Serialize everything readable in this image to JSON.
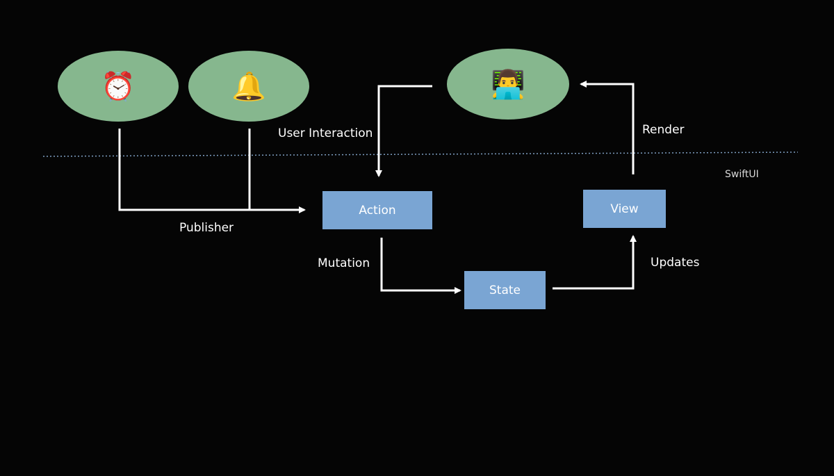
{
  "nodes": {
    "action": "Action",
    "state": "State",
    "view": "View"
  },
  "edges": {
    "publisher": "Publisher",
    "user_interaction": "User Interaction",
    "mutation": "Mutation",
    "updates": "Updates",
    "render": "Render"
  },
  "layer": "SwiftUI",
  "icons": [
    "alarm-clock-icon",
    "bell-icon",
    "developer-icon"
  ],
  "colors": {
    "background": "#050505",
    "ellipse": "#86b78e",
    "box": "#7aa5d3",
    "divider": "#7f9fc2"
  }
}
